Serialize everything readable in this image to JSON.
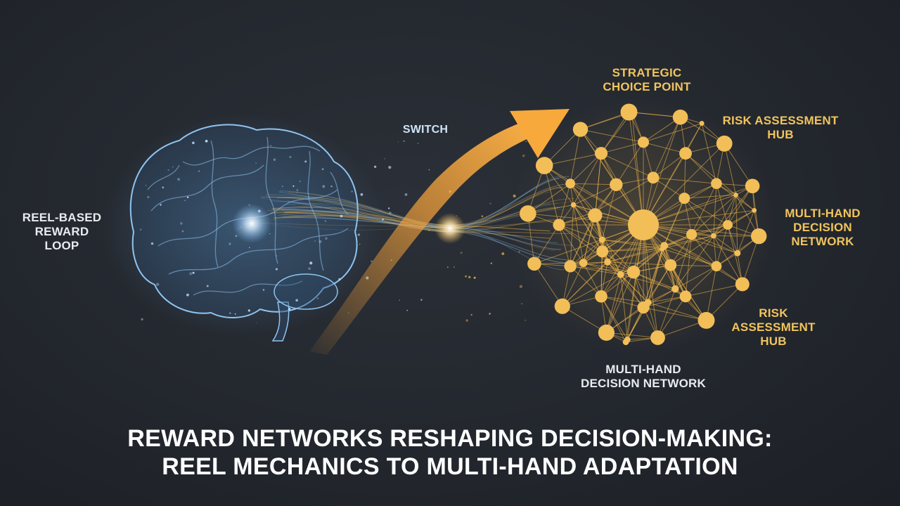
{
  "labels": {
    "reel_loop": [
      "REEL-BASED",
      "REWARD",
      "LOOP"
    ],
    "switch": "SWITCH",
    "strategic_choice": [
      "STRATEGIC",
      "CHOICE POINT"
    ],
    "risk_hub_top": [
      "RISK ASSESSMENT",
      "HUB"
    ],
    "multi_hand_right": [
      "MULTI-HAND",
      "DECISION",
      "NETWORK"
    ],
    "risk_hub_bottom": [
      "RISK",
      "ASSESSMENT",
      "HUB"
    ],
    "multi_hand_bottom": [
      "MULTI-HAND",
      "DECISION NETWORK"
    ]
  },
  "title": [
    "REWARD NETWORKS RESHAPING DECISION-MAKING:",
    "REEL MECHANICS TO MULTI-HAND ADAPTATION"
  ],
  "colors": {
    "brain": "#8fc4f0",
    "network": "#f2b84a",
    "arrow": "#f5a23a",
    "label_white": "#e8ebef",
    "label_gold": "#f1c45d"
  },
  "icons": [
    "brain-illustration",
    "switch-arrow-icon",
    "decision-network-graph"
  ]
}
